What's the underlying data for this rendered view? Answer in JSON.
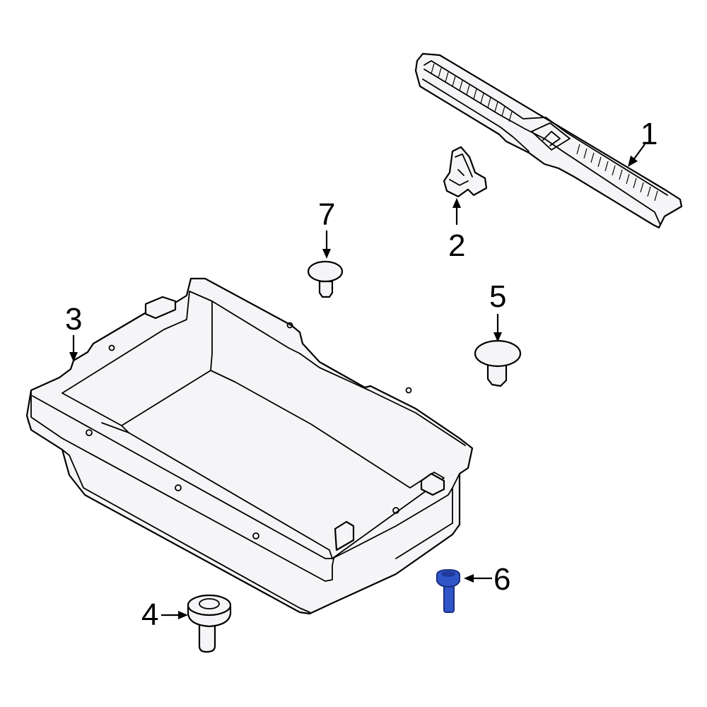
{
  "callouts": [
    {
      "number": "1",
      "part": "step-plate"
    },
    {
      "number": "2",
      "part": "retainer-clip"
    },
    {
      "number": "3",
      "part": "storage-tray"
    },
    {
      "number": "4",
      "part": "bolt"
    },
    {
      "number": "5",
      "part": "push-pin-retainer"
    },
    {
      "number": "6",
      "part": "screw"
    },
    {
      "number": "7",
      "part": "push-pin-retainer"
    }
  ],
  "colors": {
    "line": "#000000",
    "part_fill": "#f5f5f7",
    "highlight": "#2f55c9",
    "background": "#ffffff"
  },
  "highlighted_callout": "6"
}
